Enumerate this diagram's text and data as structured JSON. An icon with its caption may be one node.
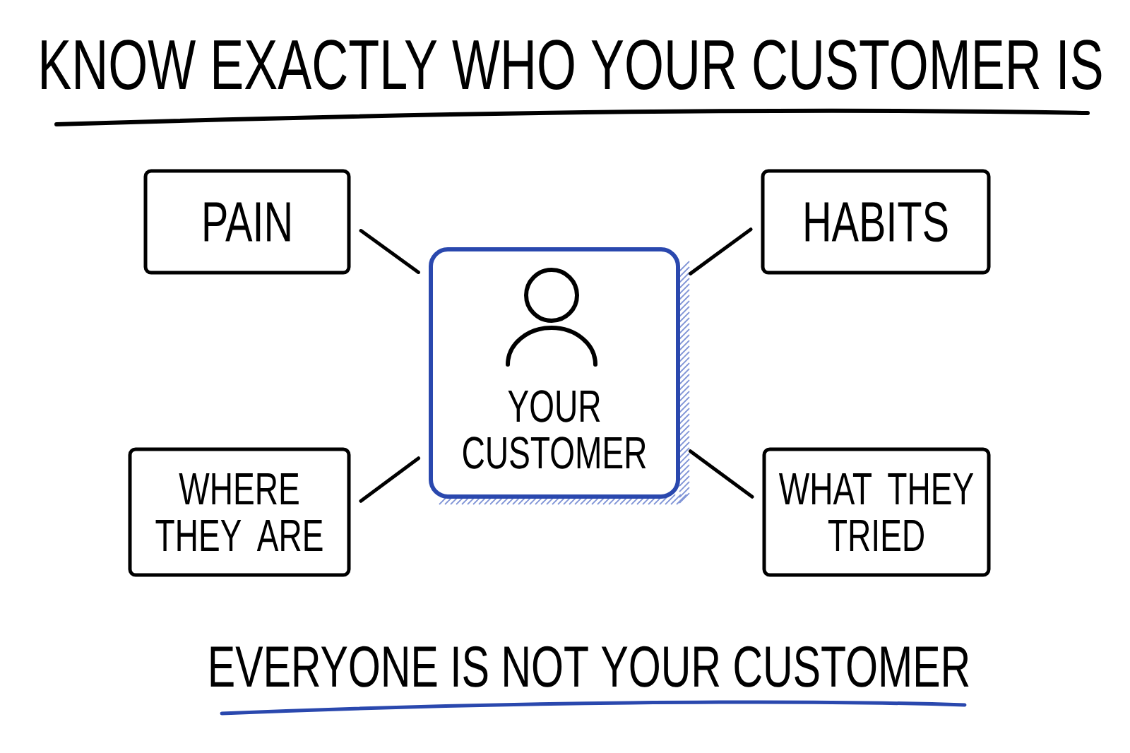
{
  "diagram": {
    "title": "KNOW EXACTLY WHO YOUR CUSTOMER IS",
    "nodes": [
      {
        "text": [
          "PAIN"
        ]
      },
      {
        "text": [
          "HABITS"
        ]
      },
      {
        "text": [
          "YOUR CUSTOMER"
        ]
      },
      {
        "text": [
          "WHERE THEY ARE"
        ]
      },
      {
        "text": [
          "WHAT THEY TRIED"
        ]
      }
    ],
    "edges": [
      {
        "from": 2,
        "to": 0,
        "arrow": "none"
      },
      {
        "from": 2,
        "to": 1,
        "arrow": "none"
      },
      {
        "from": 2,
        "to": 3,
        "arrow": "none"
      },
      {
        "from": 2,
        "to": 4,
        "arrow": "none"
      }
    ],
    "caption": "EVERYONE IS NOT YOUR CUSTOMER"
  }
}
